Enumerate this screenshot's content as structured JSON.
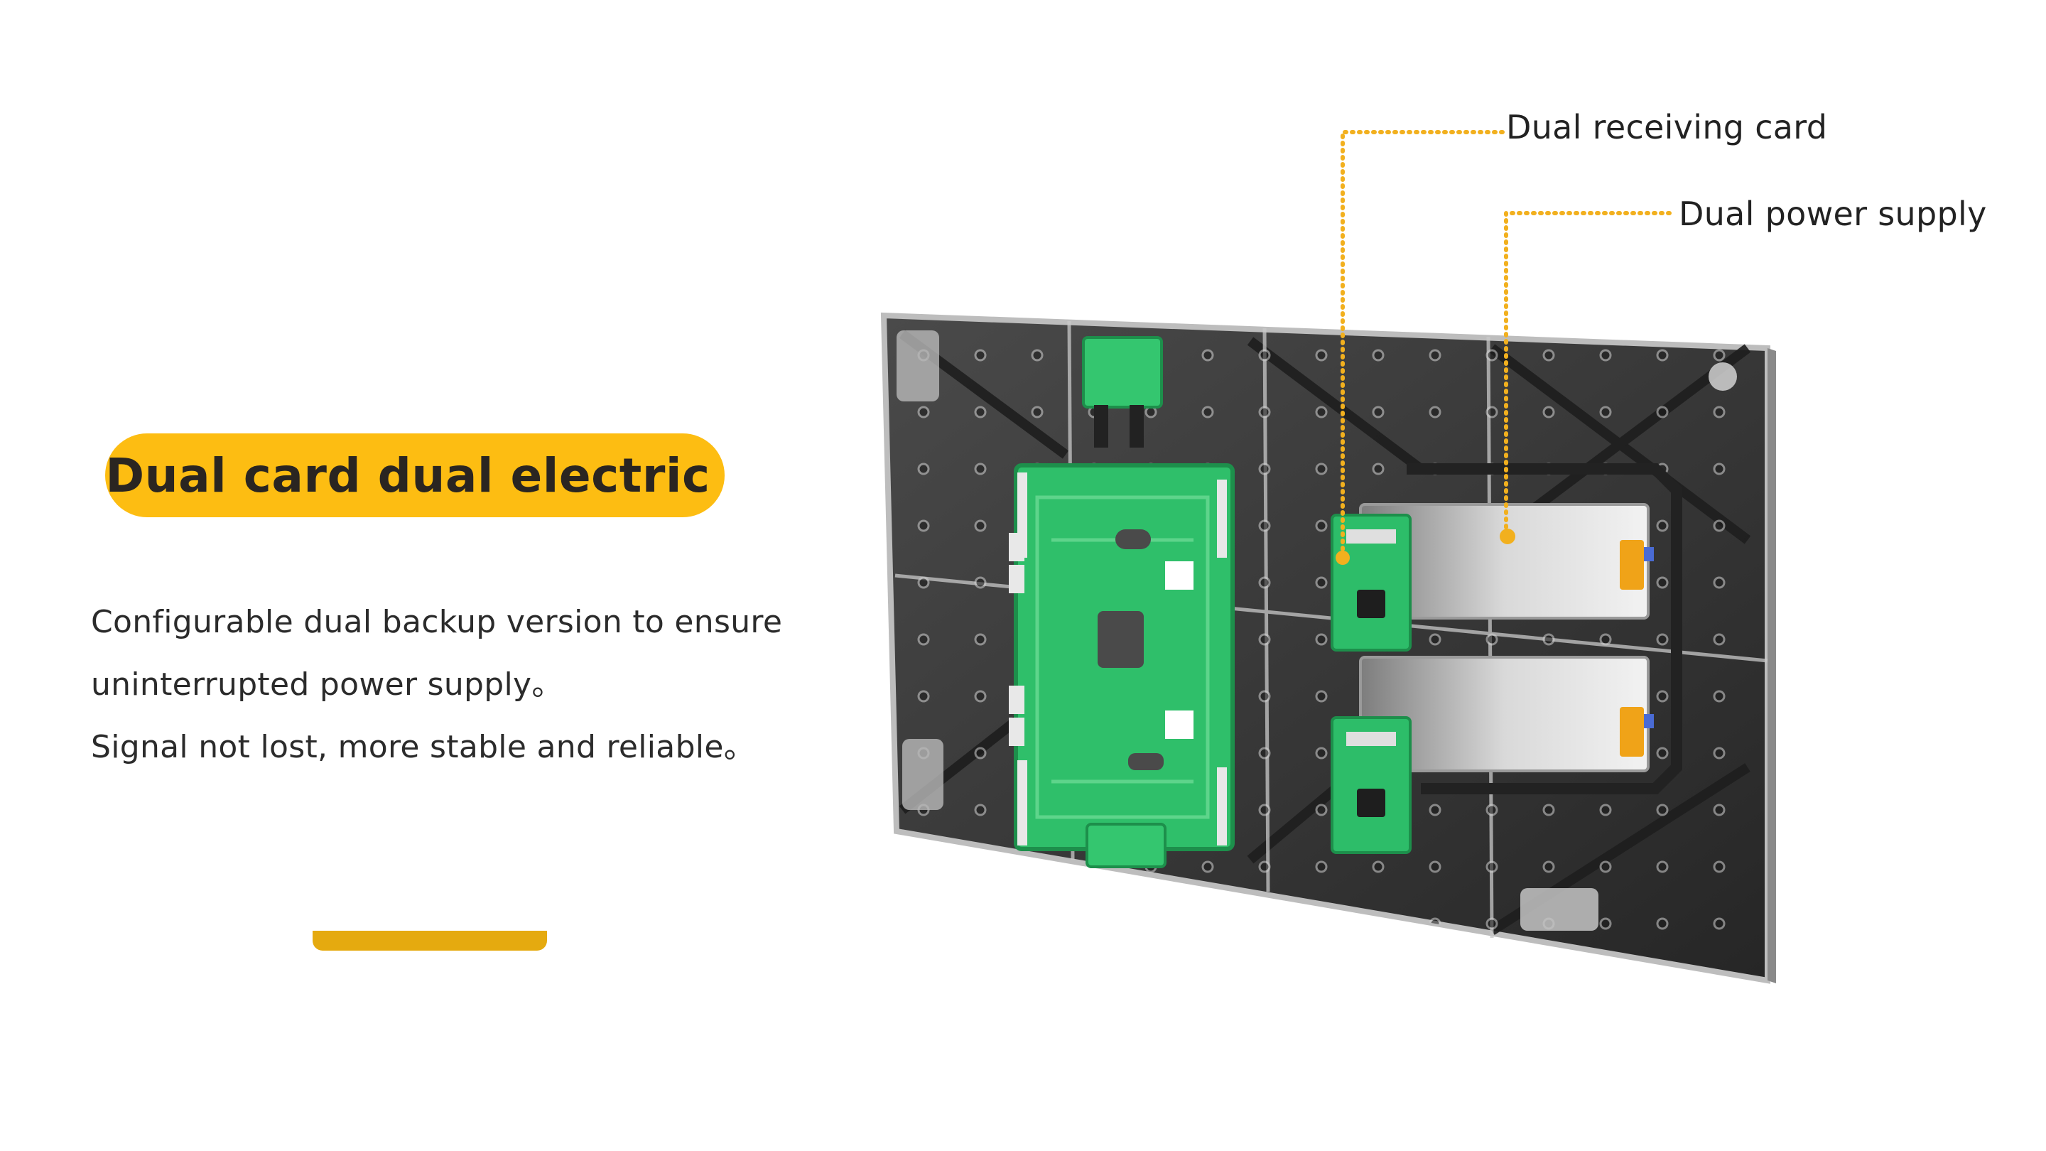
{
  "heading": "Dual card dual electric",
  "description": {
    "line1": "Configurable dual backup version to ensure",
    "line2": "uninterrupted power supply。",
    "line3": "Signal not lost, more stable and reliable。"
  },
  "callouts": {
    "receiving_card": "Dual receiving card",
    "power_supply": "Dual power supply"
  },
  "colors": {
    "accent": "#fdbd12",
    "pcb_green": "#2fbf6a",
    "cabinet_dark": "#333333"
  }
}
